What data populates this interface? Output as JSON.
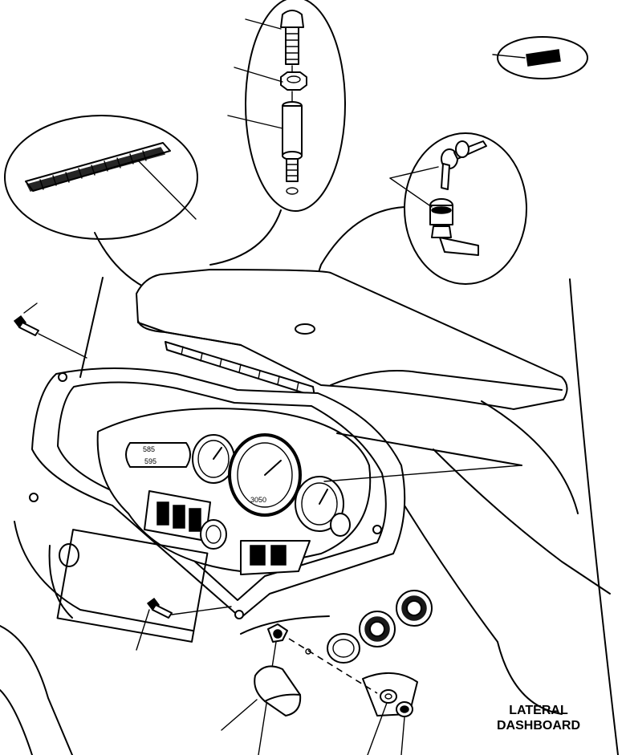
{
  "caption": {
    "line1": "LATERAL",
    "line2": "DASHBOARD"
  },
  "gauge_labels": {
    "speed": "3050",
    "left_plate": "585",
    "left_plate_2": "595"
  }
}
